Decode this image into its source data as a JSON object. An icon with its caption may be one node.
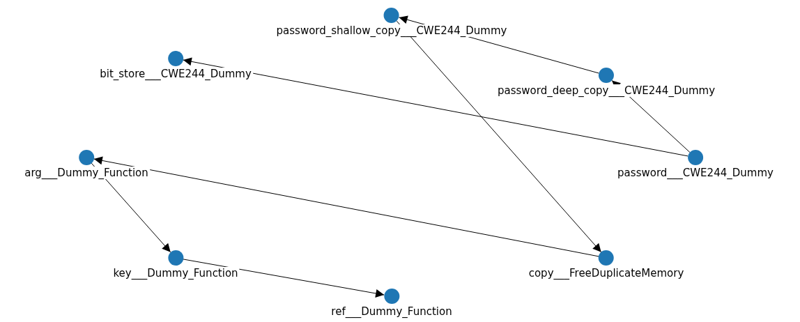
{
  "diagram": {
    "nodes": [
      {
        "text": [
          "password_shallow_copy___CWE244_Dummy"
        ]
      },
      {
        "text": [
          "bit_store___CWE244_Dummy"
        ]
      },
      {
        "text": [
          "password_deep_copy___CWE244_Dummy"
        ]
      },
      {
        "text": [
          "arg___Dummy_Function"
        ]
      },
      {
        "text": [
          "password___CWE244_Dummy"
        ]
      },
      {
        "text": [
          "key___Dummy_Function"
        ]
      },
      {
        "text": [
          "copy___FreeDuplicateMemory"
        ]
      },
      {
        "text": [
          "ref___Dummy_Function"
        ]
      }
    ],
    "edges": [
      {
        "from": 2,
        "to": 0,
        "arrow": "to"
      },
      {
        "from": 4,
        "to": 2,
        "arrow": "to"
      },
      {
        "from": 4,
        "to": 1,
        "arrow": "to"
      },
      {
        "from": 0,
        "to": 6,
        "arrow": "to"
      },
      {
        "from": 6,
        "to": 3,
        "arrow": "to"
      },
      {
        "from": 3,
        "to": 5,
        "arrow": "to"
      },
      {
        "from": 5,
        "to": 7,
        "arrow": "to"
      }
    ]
  }
}
